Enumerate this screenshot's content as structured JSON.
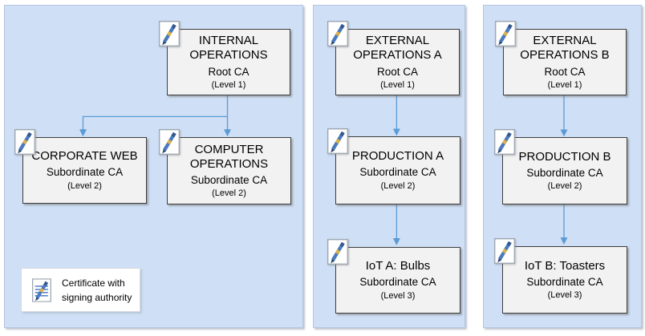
{
  "colors": {
    "panel_bg": "#cfdff5",
    "panel_border": "#b6c6e0",
    "box_bg": "#f2f2f2",
    "box_border": "#3d3d3d",
    "arrow": "#5b9bd5",
    "legend_bg": "#ffffff",
    "pen_blue": "#4a79bd",
    "pen_gold": "#dcb14a"
  },
  "panels": [
    {
      "name": "internal-operations",
      "nodes": [
        {
          "id": "internal-operations-root",
          "title": "INTERNAL OPERATIONS",
          "subtitle": "Root CA",
          "level": "(Level 1)"
        },
        {
          "id": "corporate-web",
          "title": "CORPORATE WEB",
          "subtitle": "Subordinate CA",
          "level": "(Level 2)"
        },
        {
          "id": "computer-operations",
          "title": "COMPUTER OPERATIONS",
          "subtitle": "Subordinate CA",
          "level": "(Level 2)"
        }
      ]
    },
    {
      "name": "external-operations-a",
      "nodes": [
        {
          "id": "external-operations-a-root",
          "title": "EXTERNAL OPERATIONS A",
          "subtitle": "Root CA",
          "level": "(Level 1)"
        },
        {
          "id": "production-a",
          "title": "PRODUCTION A",
          "subtitle": "Subordinate CA",
          "level": "(Level 2)"
        },
        {
          "id": "iot-a-bulbs",
          "title": "IoT A: Bulbs",
          "subtitle": "Subordinate CA",
          "level": "(Level 3)"
        }
      ]
    },
    {
      "name": "external-operations-b",
      "nodes": [
        {
          "id": "external-operations-b-root",
          "title": "EXTERNAL OPERATIONS B",
          "subtitle": "Root CA",
          "level": "(Level 1)"
        },
        {
          "id": "production-b",
          "title": "PRODUCTION B",
          "subtitle": "Subordinate CA",
          "level": "(Level 2)"
        },
        {
          "id": "iot-b-toasters",
          "title": "IoT B: Toasters",
          "subtitle": "Subordinate CA",
          "level": "(Level 3)"
        }
      ]
    }
  ],
  "edges": [
    {
      "from": "internal-operations-root",
      "to": "corporate-web"
    },
    {
      "from": "internal-operations-root",
      "to": "computer-operations"
    },
    {
      "from": "external-operations-a-root",
      "to": "production-a"
    },
    {
      "from": "production-a",
      "to": "iot-a-bulbs"
    },
    {
      "from": "external-operations-b-root",
      "to": "production-b"
    },
    {
      "from": "production-b",
      "to": "iot-b-toasters"
    }
  ],
  "legend": {
    "icon": "certificate-signing-icon",
    "line1": "Certificate with",
    "line2": "signing authority"
  }
}
